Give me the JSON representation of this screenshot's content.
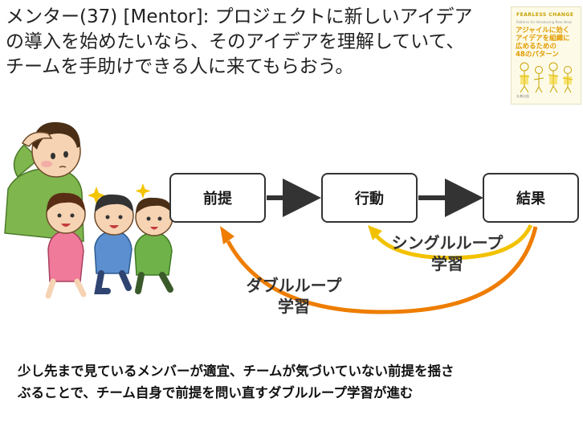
{
  "title": {
    "line1": "メンター(37) [Mentor]: プロジェクトに新しいアイデア",
    "line2": "の導入を始めたいなら、そのアイデアを理解していて、",
    "line3": "チームを手助けできる人に来てもらおう。"
  },
  "book_cover": {
    "series": "FEARLESS CHANGE",
    "subtitle": "Patterns for Introducing New Ideas",
    "title_lines": [
      "アジャイルに効く",
      "アイデアを組織に",
      "広めるための",
      "48のパターン"
    ],
    "publisher": "丸善出版"
  },
  "flow": {
    "nodes": [
      "前提",
      "行動",
      "結果"
    ]
  },
  "loops": {
    "single": {
      "line1": "シングルループ",
      "line2": "学習",
      "color": "#f2c200"
    },
    "double": {
      "line1": "ダブルループ",
      "line2": "学習",
      "color": "#ee7d00"
    }
  },
  "caption": {
    "line1": "少し先まで見ているメンバーが適宜、チームが気づいていない前提を揺さ",
    "line2": "ぶることで、チーム自身で前提を問い直すダブルループ学習が進む"
  }
}
